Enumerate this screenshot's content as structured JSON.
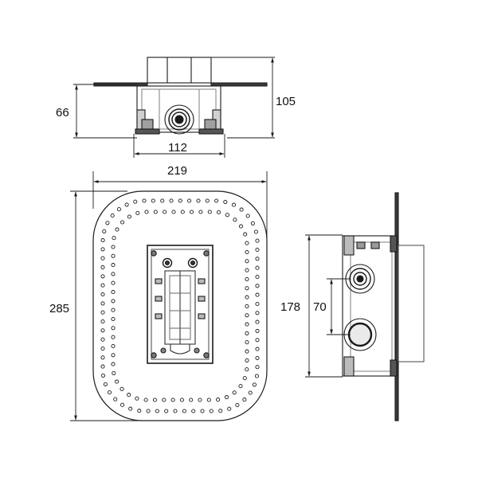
{
  "dimensions": {
    "top_height_total": "105",
    "top_height_body": "66",
    "top_width": "112",
    "plate_width": "219",
    "plate_height": "285",
    "side_height": "178",
    "side_spacing": "70"
  },
  "colors": {
    "line": "#1a1a1a",
    "dark": "#2a2a2a",
    "gray": "#9a9a9a",
    "light_gray": "#c8c8c8"
  }
}
